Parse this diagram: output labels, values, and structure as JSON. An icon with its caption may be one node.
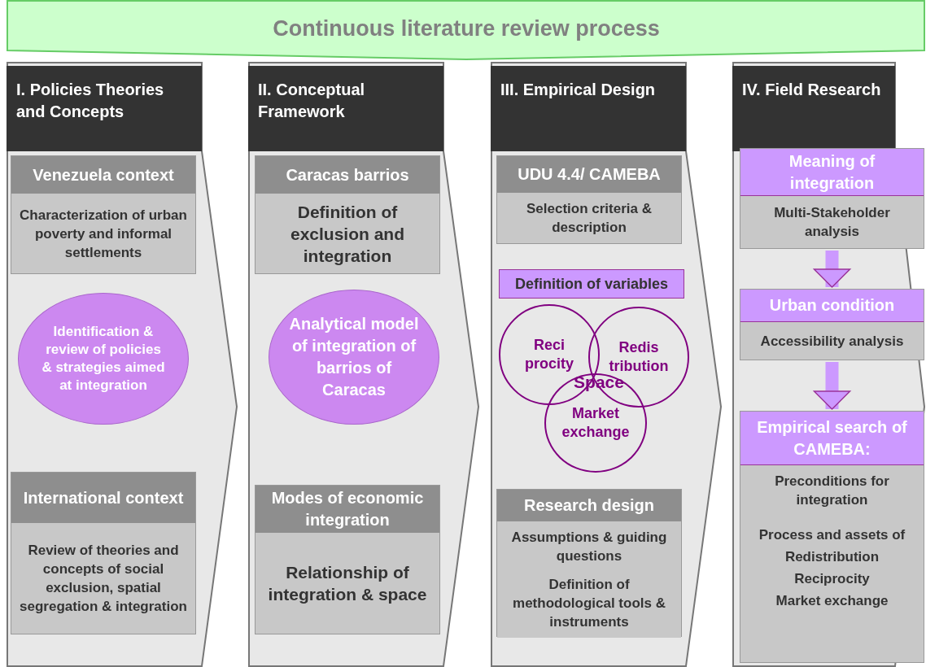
{
  "diagram": {
    "nodes": [
      {
        "text": [
          "Continuous literature review process"
        ]
      },
      {
        "text": [
          "I. Policies Theories and Concepts"
        ]
      },
      {
        "text": [
          "Venezuela context",
          "Characterization of urban poverty and informal settlements"
        ],
        "in": 1
      },
      {
        "text": [
          "Identification & review of policies & strategies aimed at integration"
        ],
        "in": 1
      },
      {
        "text": [
          "International context",
          "Review of theories and concepts of social exclusion, spatial segregation & integration"
        ],
        "in": 1
      },
      {
        "text": [
          "II. Conceptual Framework"
        ]
      },
      {
        "text": [
          "Caracas barrios",
          "Definition of exclusion and integration"
        ],
        "in": 5
      },
      {
        "text": [
          "Analytical model of integration of barrios of Caracas"
        ],
        "in": 5
      },
      {
        "text": [
          "Modes of economic integration",
          "Relationship of integration & space"
        ],
        "in": 5
      },
      {
        "text": [
          "III. Empirical Design"
        ]
      },
      {
        "text": [
          "UDU 4.4/ CAMEBA",
          "Selection criteria & description"
        ],
        "in": 9
      },
      {
        "text": [
          "Definition of variables"
        ],
        "in": 9
      },
      {
        "text": [
          "Reci procity"
        ],
        "in": 9
      },
      {
        "text": [
          "Redis tribution"
        ],
        "in": 9
      },
      {
        "text": [
          "Market exchange"
        ],
        "in": 9
      },
      {
        "text": [
          "Research design",
          "Assumptions & guiding questions",
          "Definition of methodological tools & instruments"
        ],
        "in": 9
      },
      {
        "text": [
          "IV. Field Research"
        ]
      },
      {
        "text": [
          "Meaning of integration",
          "Multi-Stakeholder analysis"
        ],
        "in": 16
      },
      {
        "text": [
          "Urban condition",
          "Accessibility analysis"
        ],
        "in": 16
      },
      {
        "text": [
          "Empirical search of CAMEBA:",
          "Preconditions for integration",
          "Process and assets of",
          "Redistribution",
          "Reciprocity",
          "Market exchange"
        ],
        "in": 16
      }
    ],
    "edges": [
      {
        "from": 17,
        "to": 18,
        "arrow": "to"
      },
      {
        "from": 18,
        "to": 19,
        "arrow": "to"
      }
    ],
    "labels": [
      "Space"
    ]
  }
}
